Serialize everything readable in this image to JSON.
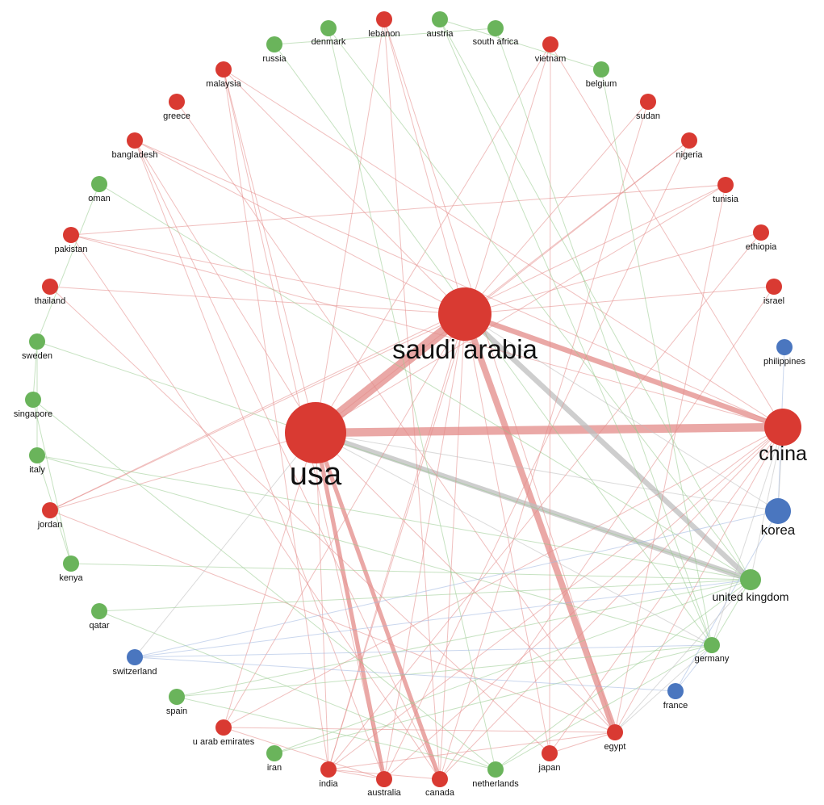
{
  "diagram": {
    "type": "network",
    "colors": {
      "red": "#d93a32",
      "green": "#6ab45b",
      "blue": "#4a76bf",
      "edge_red": "#e38b88",
      "edge_green": "#97cb8e",
      "edge_blue": "#9fb6e0",
      "edge_gray": "#bdbdbd"
    },
    "nodes": [
      {
        "id": "usa",
        "label": "usa",
        "group": "red",
        "weight": 5
      },
      {
        "id": "saudi-arabia",
        "label": "saudi arabia",
        "group": "red",
        "weight": 4
      },
      {
        "id": "china",
        "label": "china",
        "group": "red",
        "weight": 3
      },
      {
        "id": "korea",
        "label": "korea",
        "group": "blue",
        "weight": 2
      },
      {
        "id": "united-kingdom",
        "label": "united kingdom",
        "group": "green",
        "weight": 2
      },
      {
        "id": "lebanon",
        "label": "lebanon",
        "group": "red",
        "weight": 1
      },
      {
        "id": "austria",
        "label": "austria",
        "group": "green",
        "weight": 1
      },
      {
        "id": "south-africa",
        "label": "south africa",
        "group": "green",
        "weight": 1
      },
      {
        "id": "vietnam",
        "label": "vietnam",
        "group": "red",
        "weight": 1
      },
      {
        "id": "belgium",
        "label": "belgium",
        "group": "green",
        "weight": 1
      },
      {
        "id": "sudan",
        "label": "sudan",
        "group": "red",
        "weight": 1
      },
      {
        "id": "nigeria",
        "label": "nigeria",
        "group": "red",
        "weight": 1
      },
      {
        "id": "tunisia",
        "label": "tunisia",
        "group": "red",
        "weight": 1
      },
      {
        "id": "ethiopia",
        "label": "ethiopia",
        "group": "red",
        "weight": 1
      },
      {
        "id": "israel",
        "label": "israel",
        "group": "red",
        "weight": 1
      },
      {
        "id": "philippines",
        "label": "philippines",
        "group": "blue",
        "weight": 1
      },
      {
        "id": "germany",
        "label": "germany",
        "group": "green",
        "weight": 1
      },
      {
        "id": "france",
        "label": "france",
        "group": "blue",
        "weight": 1
      },
      {
        "id": "egypt",
        "label": "egypt",
        "group": "red",
        "weight": 1
      },
      {
        "id": "japan",
        "label": "japan",
        "group": "red",
        "weight": 1
      },
      {
        "id": "netherlands",
        "label": "netherlands",
        "group": "green",
        "weight": 1
      },
      {
        "id": "canada",
        "label": "canada",
        "group": "red",
        "weight": 1
      },
      {
        "id": "australia",
        "label": "australia",
        "group": "red",
        "weight": 1
      },
      {
        "id": "india",
        "label": "india",
        "group": "red",
        "weight": 1
      },
      {
        "id": "iran",
        "label": "iran",
        "group": "green",
        "weight": 1
      },
      {
        "id": "u-arab-emirates",
        "label": "u arab emirates",
        "group": "red",
        "weight": 1
      },
      {
        "id": "spain",
        "label": "spain",
        "group": "green",
        "weight": 1
      },
      {
        "id": "switzerland",
        "label": "switzerland",
        "group": "blue",
        "weight": 1
      },
      {
        "id": "qatar",
        "label": "qatar",
        "group": "green",
        "weight": 1
      },
      {
        "id": "kenya",
        "label": "kenya",
        "group": "green",
        "weight": 1
      },
      {
        "id": "jordan",
        "label": "jordan",
        "group": "red",
        "weight": 1
      },
      {
        "id": "italy",
        "label": "italy",
        "group": "green",
        "weight": 1
      },
      {
        "id": "singapore",
        "label": "singapore",
        "group": "green",
        "weight": 1
      },
      {
        "id": "sweden",
        "label": "sweden",
        "group": "green",
        "weight": 1
      },
      {
        "id": "thailand",
        "label": "thailand",
        "group": "red",
        "weight": 1
      },
      {
        "id": "pakistan",
        "label": "pakistan",
        "group": "red",
        "weight": 1
      },
      {
        "id": "oman",
        "label": "oman",
        "group": "green",
        "weight": 1
      },
      {
        "id": "bangladesh",
        "label": "bangladesh",
        "group": "red",
        "weight": 1
      },
      {
        "id": "greece",
        "label": "greece",
        "group": "red",
        "weight": 1
      },
      {
        "id": "malaysia",
        "label": "malaysia",
        "group": "red",
        "weight": 1
      },
      {
        "id": "russia",
        "label": "russia",
        "group": "green",
        "weight": 1
      },
      {
        "id": "denmark",
        "label": "denmark",
        "group": "green",
        "weight": 1
      }
    ],
    "edges": [
      {
        "source": "usa",
        "target": "saudi-arabia",
        "weight": 5,
        "color": "red"
      },
      {
        "source": "usa",
        "target": "china",
        "weight": 4,
        "color": "red"
      },
      {
        "source": "saudi-arabia",
        "target": "china",
        "weight": 2.5,
        "color": "red"
      },
      {
        "source": "saudi-arabia",
        "target": "egypt",
        "weight": 3,
        "color": "red"
      },
      {
        "source": "saudi-arabia",
        "target": "united-kingdom",
        "weight": 2.5,
        "color": "gray"
      },
      {
        "source": "usa",
        "target": "united-kingdom",
        "weight": 2.5,
        "color": "gray"
      },
      {
        "source": "usa",
        "target": "australia",
        "weight": 2,
        "color": "red"
      },
      {
        "source": "usa",
        "target": "canada",
        "weight": 2,
        "color": "red"
      },
      {
        "source": "usa",
        "target": "egypt",
        "weight": 1.5,
        "color": "red"
      },
      {
        "source": "saudi-arabia",
        "target": "canada",
        "weight": 1.5,
        "color": "red"
      },
      {
        "source": "saudi-arabia",
        "target": "australia",
        "weight": 1.2,
        "color": "red"
      },
      {
        "source": "usa",
        "target": "india",
        "weight": 1.2,
        "color": "red"
      },
      {
        "source": "saudi-arabia",
        "target": "india",
        "weight": 1,
        "color": "red"
      },
      {
        "source": "usa",
        "target": "korea",
        "weight": 1,
        "color": "gray"
      },
      {
        "source": "saudi-arabia",
        "target": "pakistan",
        "weight": 1,
        "color": "red"
      },
      {
        "source": "saudi-arabia",
        "target": "thailand",
        "weight": 1,
        "color": "red"
      },
      {
        "source": "saudi-arabia",
        "target": "israel",
        "weight": 1,
        "color": "red"
      },
      {
        "source": "china",
        "target": "egypt",
        "weight": 1,
        "color": "red"
      },
      {
        "source": "china",
        "target": "japan",
        "weight": 1,
        "color": "red"
      },
      {
        "source": "china",
        "target": "canada",
        "weight": 1,
        "color": "red"
      },
      {
        "source": "china",
        "target": "pakistan",
        "weight": 1,
        "color": "red"
      },
      {
        "source": "china",
        "target": "australia",
        "weight": 1,
        "color": "red"
      },
      {
        "source": "usa",
        "target": "jordan",
        "weight": 1,
        "color": "red"
      },
      {
        "source": "usa",
        "target": "lebanon",
        "weight": 1,
        "color": "red"
      },
      {
        "source": "usa",
        "target": "u-arab-emirates",
        "weight": 1,
        "color": "red"
      },
      {
        "source": "usa",
        "target": "vietnam",
        "weight": 1,
        "color": "red"
      },
      {
        "source": "usa",
        "target": "malaysia",
        "weight": 1,
        "color": "red"
      },
      {
        "source": "usa",
        "target": "bangladesh",
        "weight": 1,
        "color": "red"
      },
      {
        "source": "usa",
        "target": "tunisia",
        "weight": 1,
        "color": "red"
      },
      {
        "source": "usa",
        "target": "nigeria",
        "weight": 1,
        "color": "red"
      },
      {
        "source": "saudi-arabia",
        "target": "lebanon",
        "weight": 1,
        "color": "red"
      },
      {
        "source": "saudi-arabia",
        "target": "malaysia",
        "weight": 1,
        "color": "red"
      },
      {
        "source": "saudi-arabia",
        "target": "sudan",
        "weight": 1,
        "color": "red"
      },
      {
        "source": "saudi-arabia",
        "target": "nigeria",
        "weight": 1,
        "color": "red"
      },
      {
        "source": "saudi-arabia",
        "target": "bangladesh",
        "weight": 1,
        "color": "red"
      },
      {
        "source": "saudi-arabia",
        "target": "japan",
        "weight": 1,
        "color": "red"
      },
      {
        "source": "saudi-arabia",
        "target": "u-arab-emirates",
        "weight": 1,
        "color": "red"
      },
      {
        "source": "saudi-arabia",
        "target": "ethiopia",
        "weight": 1,
        "color": "red"
      },
      {
        "source": "saudi-arabia",
        "target": "jordan",
        "weight": 1,
        "color": "red"
      },
      {
        "source": "china",
        "target": "vietnam",
        "weight": 1,
        "color": "red"
      },
      {
        "source": "china",
        "target": "bangladesh",
        "weight": 1,
        "color": "red"
      },
      {
        "source": "china",
        "target": "india",
        "weight": 1,
        "color": "red"
      },
      {
        "source": "china",
        "target": "u-arab-emirates",
        "weight": 1,
        "color": "red"
      },
      {
        "source": "china",
        "target": "malaysia",
        "weight": 1,
        "color": "red"
      },
      {
        "source": "egypt",
        "target": "japan",
        "weight": 1,
        "color": "red"
      },
      {
        "source": "egypt",
        "target": "india",
        "weight": 1,
        "color": "red"
      },
      {
        "source": "egypt",
        "target": "tunisia",
        "weight": 1,
        "color": "red"
      },
      {
        "source": "bangladesh",
        "target": "canada",
        "weight": 1,
        "color": "red"
      },
      {
        "source": "bangladesh",
        "target": "australia",
        "weight": 1,
        "color": "red"
      },
      {
        "source": "pakistan",
        "target": "tunisia",
        "weight": 1,
        "color": "red"
      },
      {
        "source": "pakistan",
        "target": "canada",
        "weight": 1,
        "color": "red"
      },
      {
        "source": "malaysia",
        "target": "india",
        "weight": 1,
        "color": "red"
      },
      {
        "source": "malaysia",
        "target": "australia",
        "weight": 1,
        "color": "red"
      },
      {
        "source": "greece",
        "target": "egypt",
        "weight": 1,
        "color": "red"
      },
      {
        "source": "lebanon",
        "target": "canada",
        "weight": 1,
        "color": "red"
      },
      {
        "source": "lebanon",
        "target": "egypt",
        "weight": 1,
        "color": "red"
      },
      {
        "source": "vietnam",
        "target": "india",
        "weight": 1,
        "color": "red"
      },
      {
        "source": "vietnam",
        "target": "japan",
        "weight": 1,
        "color": "red"
      },
      {
        "source": "nigeria",
        "target": "australia",
        "weight": 1,
        "color": "red"
      },
      {
        "source": "sudan",
        "target": "canada",
        "weight": 1,
        "color": "red"
      },
      {
        "source": "tunisia",
        "target": "jordan",
        "weight": 1,
        "color": "red"
      },
      {
        "source": "thailand",
        "target": "japan",
        "weight": 1,
        "color": "red"
      },
      {
        "source": "jordan",
        "target": "egypt",
        "weight": 1,
        "color": "red"
      },
      {
        "source": "india",
        "target": "australia",
        "weight": 1,
        "color": "red"
      },
      {
        "source": "india",
        "target": "canada",
        "weight": 1,
        "color": "red"
      },
      {
        "source": "u-arab-emirates",
        "target": "egypt",
        "weight": 1,
        "color": "red"
      },
      {
        "source": "u-arab-emirates",
        "target": "australia",
        "weight": 1,
        "color": "red"
      },
      {
        "source": "ethiopia",
        "target": "india",
        "weight": 1,
        "color": "red"
      },
      {
        "source": "israel",
        "target": "canada",
        "weight": 1,
        "color": "red"
      },
      {
        "source": "united-kingdom",
        "target": "germany",
        "weight": 1,
        "color": "green"
      },
      {
        "source": "united-kingdom",
        "target": "netherlands",
        "weight": 1,
        "color": "green"
      },
      {
        "source": "united-kingdom",
        "target": "spain",
        "weight": 1,
        "color": "green"
      },
      {
        "source": "united-kingdom",
        "target": "qatar",
        "weight": 1,
        "color": "green"
      },
      {
        "source": "united-kingdom",
        "target": "kenya",
        "weight": 1,
        "color": "green"
      },
      {
        "source": "united-kingdom",
        "target": "italy",
        "weight": 1,
        "color": "green"
      },
      {
        "source": "united-kingdom",
        "target": "sweden",
        "weight": 1,
        "color": "green"
      },
      {
        "source": "united-kingdom",
        "target": "oman",
        "weight": 1,
        "color": "green"
      },
      {
        "source": "united-kingdom",
        "target": "iran",
        "weight": 1,
        "color": "green"
      },
      {
        "source": "united-kingdom",
        "target": "denmark",
        "weight": 1,
        "color": "green"
      },
      {
        "source": "united-kingdom",
        "target": "austria",
        "weight": 1,
        "color": "green"
      },
      {
        "source": "germany",
        "target": "netherlands",
        "weight": 1,
        "color": "green"
      },
      {
        "source": "germany",
        "target": "spain",
        "weight": 1,
        "color": "green"
      },
      {
        "source": "germany",
        "target": "italy",
        "weight": 1,
        "color": "green"
      },
      {
        "source": "germany",
        "target": "austria",
        "weight": 1,
        "color": "green"
      },
      {
        "source": "germany",
        "target": "belgium",
        "weight": 1,
        "color": "green"
      },
      {
        "source": "germany",
        "target": "iran",
        "weight": 1,
        "color": "green"
      },
      {
        "source": "germany",
        "target": "south-africa",
        "weight": 1,
        "color": "green"
      },
      {
        "source": "germany",
        "target": "russia",
        "weight": 1,
        "color": "green"
      },
      {
        "source": "sweden",
        "target": "italy",
        "weight": 1,
        "color": "green"
      },
      {
        "source": "sweden",
        "target": "singapore",
        "weight": 1,
        "color": "green"
      },
      {
        "source": "sweden",
        "target": "oman",
        "weight": 1,
        "color": "green"
      },
      {
        "source": "singapore",
        "target": "kenya",
        "weight": 1,
        "color": "green"
      },
      {
        "source": "singapore",
        "target": "netherlands",
        "weight": 1,
        "color": "green"
      },
      {
        "source": "italy",
        "target": "kenya",
        "weight": 1,
        "color": "green"
      },
      {
        "source": "qatar",
        "target": "netherlands",
        "weight": 1,
        "color": "green"
      },
      {
        "source": "spain",
        "target": "netherlands",
        "weight": 1,
        "color": "green"
      },
      {
        "source": "denmark",
        "target": "netherlands",
        "weight": 1,
        "color": "green"
      },
      {
        "source": "austria",
        "target": "belgium",
        "weight": 1,
        "color": "green"
      },
      {
        "source": "south-africa",
        "target": "russia",
        "weight": 1,
        "color": "green"
      },
      {
        "source": "korea",
        "target": "philippines",
        "weight": 1,
        "color": "blue"
      },
      {
        "source": "korea",
        "target": "france",
        "weight": 1,
        "color": "blue"
      },
      {
        "source": "korea",
        "target": "switzerland",
        "weight": 1,
        "color": "blue"
      },
      {
        "source": "france",
        "target": "switzerland",
        "weight": 1,
        "color": "blue"
      },
      {
        "source": "switzerland",
        "target": "germany",
        "weight": 1,
        "color": "blue"
      },
      {
        "source": "switzerland",
        "target": "united-kingdom",
        "weight": 1,
        "color": "blue"
      },
      {
        "source": "france",
        "target": "germany",
        "weight": 1,
        "color": "blue"
      },
      {
        "source": "china",
        "target": "korea",
        "weight": 1,
        "color": "gray"
      },
      {
        "source": "china",
        "target": "united-kingdom",
        "weight": 1,
        "color": "gray"
      },
      {
        "source": "china",
        "target": "germany",
        "weight": 1,
        "color": "gray"
      },
      {
        "source": "usa",
        "target": "germany",
        "weight": 1,
        "color": "gray"
      },
      {
        "source": "usa",
        "target": "switzerland",
        "weight": 1,
        "color": "gray"
      },
      {
        "source": "saudi-arabia",
        "target": "korea",
        "weight": 1,
        "color": "gray"
      },
      {
        "source": "egypt",
        "target": "united-kingdom",
        "weight": 1,
        "color": "gray"
      },
      {
        "source": "egypt",
        "target": "germany",
        "weight": 1,
        "color": "gray"
      }
    ]
  }
}
